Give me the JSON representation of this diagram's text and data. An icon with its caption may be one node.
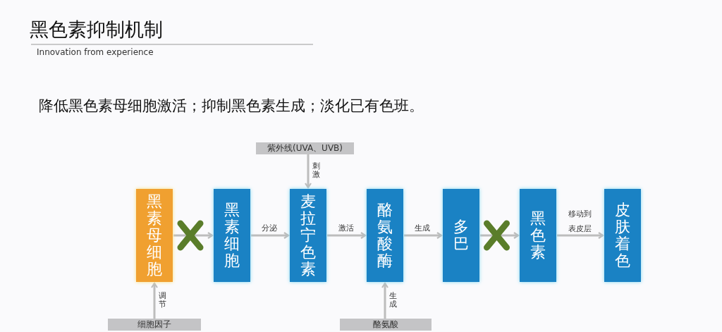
{
  "diagram": {
    "title": "黑色素抑制机制",
    "nodes": [
      {
        "text": [
          "紫外线(UVA、UVB)"
        ]
      },
      {
        "text": [
          "黑素母细胞"
        ]
      },
      {
        "text": [
          "黑素细胞"
        ]
      },
      {
        "text": [
          "麦拉宁色素"
        ]
      },
      {
        "text": [
          "酪氨酸酶"
        ]
      },
      {
        "text": [
          "多巴"
        ]
      },
      {
        "text": [
          "黑色素"
        ]
      },
      {
        "text": [
          "皮肤着色"
        ]
      },
      {
        "text": [
          "细胞因子"
        ]
      },
      {
        "text": [
          "酪氨酸"
        ]
      }
    ],
    "edges": [
      {
        "from": 0,
        "to": 3,
        "arrow": "to",
        "label": "刺激"
      },
      {
        "from": 1,
        "to": 2,
        "arrow": "to"
      },
      {
        "from": 2,
        "to": 3,
        "arrow": "to",
        "label": "分泌"
      },
      {
        "from": 3,
        "to": 4,
        "arrow": "to",
        "label": "激活"
      },
      {
        "from": 4,
        "to": 5,
        "arrow": "to",
        "label": "生成"
      },
      {
        "from": 5,
        "to": 6,
        "arrow": "to"
      },
      {
        "from": 6,
        "to": 7,
        "arrow": "to",
        "label": "移动到表皮层"
      },
      {
        "from": 8,
        "to": 1,
        "arrow": "to",
        "label": "调节"
      },
      {
        "from": 9,
        "to": 4,
        "arrow": "to",
        "label": "生成"
      }
    ],
    "labels": [
      "Innovation from experience",
      "降低黑色素母细胞激活；抑制黑色素生成；淡化已有色班。"
    ]
  }
}
